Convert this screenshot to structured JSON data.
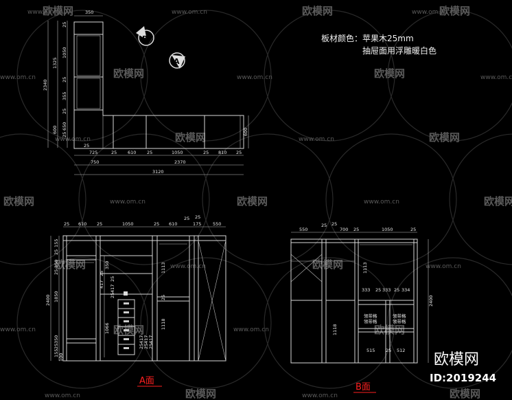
{
  "notes": {
    "line1": "板材颜色：苹果木25mm",
    "line2": "抽屉面用浮雕暖白色"
  },
  "view_labels": {
    "a": "A面",
    "b": "B面"
  },
  "markers": {
    "a": "A",
    "b": "B"
  },
  "watermark": {
    "site": "www.om.cn",
    "name": "欧模网",
    "icon": "sofa-icon"
  },
  "brand": {
    "name": "欧模网",
    "id": "ID:2019244"
  },
  "plan_dims": {
    "top": "350",
    "left_v": [
      "25",
      "1050",
      "1325",
      "25",
      "25",
      "2340",
      "355",
      "25",
      "600",
      "650"
    ],
    "right_v": "600",
    "bottom_row1": [
      "725",
      "25",
      "610",
      "25",
      "1050",
      "25",
      "810",
      "25"
    ],
    "bottom_row2": [
      "750",
      "2370"
    ],
    "total": "3120",
    "small": "25"
  },
  "a_dims": {
    "top": [
      "25",
      "610",
      "25",
      "1050",
      "25",
      "610",
      "25",
      "25",
      "175",
      "550"
    ],
    "left_v": [
      "155",
      "25",
      "350",
      "25",
      "1850",
      "2400",
      "350",
      "25",
      "155",
      "100"
    ],
    "mid_v": [
      "350",
      "25",
      "417",
      "25",
      "417",
      "25",
      "1066",
      "417",
      "25",
      "417",
      "25",
      "417",
      "25"
    ],
    "right_v": [
      "1113",
      "25",
      "1118"
    ]
  },
  "b_dims": {
    "top": [
      "550",
      "25",
      "25",
      "700",
      "25",
      "1050",
      "25"
    ],
    "mid_v": [
      "1113",
      "333",
      "25",
      "333",
      "25",
      "334",
      "1118",
      "515",
      "25",
      "512"
    ],
    "tie_labels": [
      "领带格",
      "领带格",
      "领带格",
      "领带格"
    ],
    "right_v": "2400"
  }
}
